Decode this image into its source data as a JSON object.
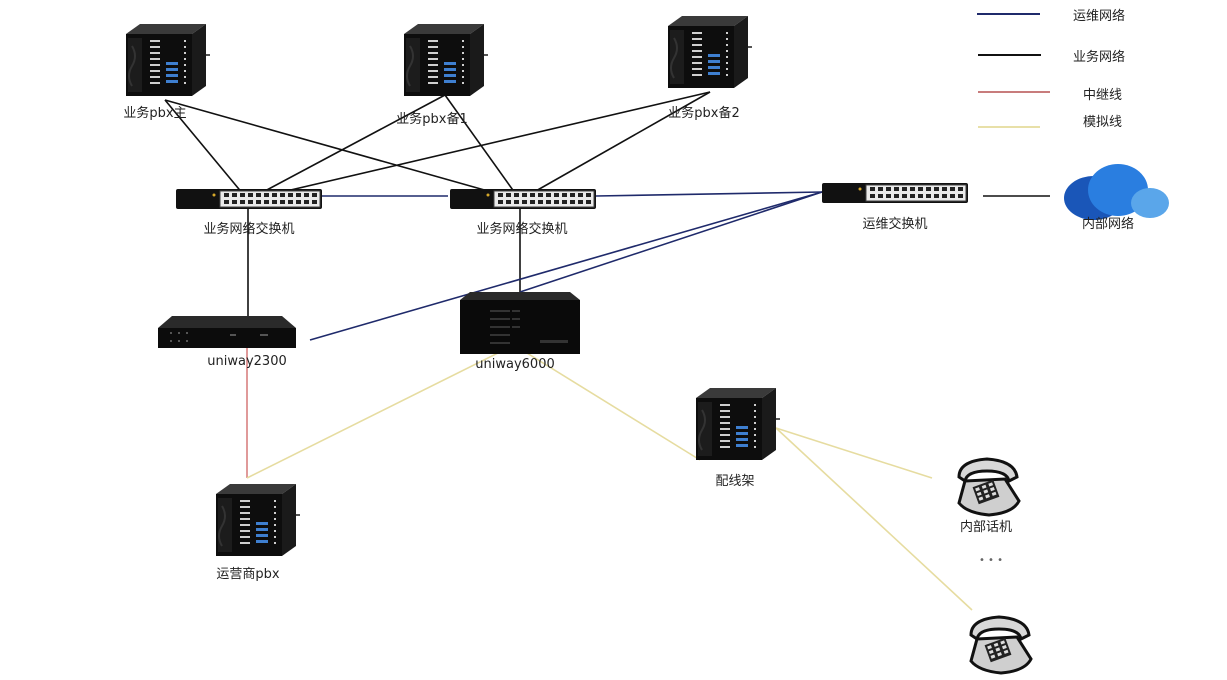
{
  "legend": [
    {
      "label": "运维网络",
      "color": "#1f2a6b"
    },
    {
      "label": "业务网络",
      "color": "#111111"
    },
    {
      "label": "中继线",
      "color": "#c87c7c"
    },
    {
      "label": "模拟线",
      "color": "#e8e0a8"
    }
  ],
  "nodes": {
    "pbx_main": {
      "label": "业务pbx主",
      "icon": "server-icon"
    },
    "pbx_backup1": {
      "label": "业务pbx备1",
      "icon": "server-icon"
    },
    "pbx_backup2": {
      "label": "业务pbx备2",
      "icon": "server-icon"
    },
    "switch_biz1": {
      "label": "业务网络交换机",
      "icon": "switch-icon"
    },
    "switch_biz2": {
      "label": "业务网络交换机",
      "icon": "switch-icon"
    },
    "switch_ops": {
      "label": "运维交换机",
      "icon": "switch-icon"
    },
    "internal_net": {
      "label": "内部网络",
      "icon": "cloud-icon"
    },
    "uniway2300": {
      "label": "uniway2300",
      "icon": "gateway-icon"
    },
    "uniway6000": {
      "label": "uniway6000",
      "icon": "chassis-icon"
    },
    "carrier_pbx": {
      "label": "运营商pbx",
      "icon": "server-icon"
    },
    "distribution_frame": {
      "label": "配线架",
      "icon": "server-icon"
    },
    "phone1": {
      "label": "内部话机",
      "icon": "phone-icon"
    },
    "phone2": {
      "label": "",
      "icon": "phone-icon"
    },
    "ellipsis": {
      "label": "• • •"
    }
  },
  "links": [
    {
      "from": "pbx_main",
      "to": "switch_biz1",
      "type": "业务网络"
    },
    {
      "from": "pbx_main",
      "to": "switch_biz2",
      "type": "业务网络"
    },
    {
      "from": "pbx_backup1",
      "to": "switch_biz1",
      "type": "业务网络"
    },
    {
      "from": "pbx_backup1",
      "to": "switch_biz2",
      "type": "业务网络"
    },
    {
      "from": "pbx_backup2",
      "to": "switch_biz1",
      "type": "业务网络"
    },
    {
      "from": "pbx_backup2",
      "to": "switch_biz2",
      "type": "业务网络"
    },
    {
      "from": "switch_biz1",
      "to": "switch_biz2",
      "type": "运维网络"
    },
    {
      "from": "switch_biz2",
      "to": "switch_ops",
      "type": "运维网络"
    },
    {
      "from": "uniway2300",
      "to": "switch_ops",
      "type": "运维网络"
    },
    {
      "from": "uniway6000",
      "to": "switch_ops",
      "type": "运维网络"
    },
    {
      "from": "switch_ops",
      "to": "internal_net",
      "type": "业务网络"
    },
    {
      "from": "switch_biz1",
      "to": "uniway2300",
      "type": "业务网络"
    },
    {
      "from": "switch_biz2",
      "to": "uniway6000",
      "type": "业务网络"
    },
    {
      "from": "uniway2300",
      "to": "carrier_pbx",
      "type": "中继线"
    },
    {
      "from": "uniway6000",
      "to": "carrier_pbx",
      "type": "模拟线"
    },
    {
      "from": "uniway6000",
      "to": "distribution_frame",
      "type": "模拟线"
    },
    {
      "from": "distribution_frame",
      "to": "phone1",
      "type": "模拟线"
    },
    {
      "from": "distribution_frame",
      "to": "phone2",
      "type": "模拟线"
    }
  ]
}
